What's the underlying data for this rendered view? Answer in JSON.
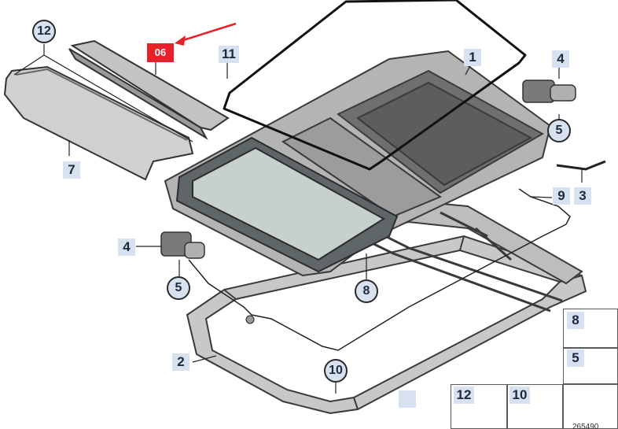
{
  "highlight": {
    "label": "06",
    "color": "#e8202a"
  },
  "callouts": {
    "c1": "1",
    "c2": "2",
    "c3": "3",
    "c4a": "4",
    "c4b": "4",
    "c5a": "5",
    "c5b": "5",
    "c7": "7",
    "c8": "8",
    "c9": "9",
    "c10": "10",
    "c11": "11",
    "c12": "12"
  },
  "legend": {
    "l8": "8",
    "l5": "5",
    "l12": "12",
    "l10": "10"
  },
  "footer_id": "265490"
}
